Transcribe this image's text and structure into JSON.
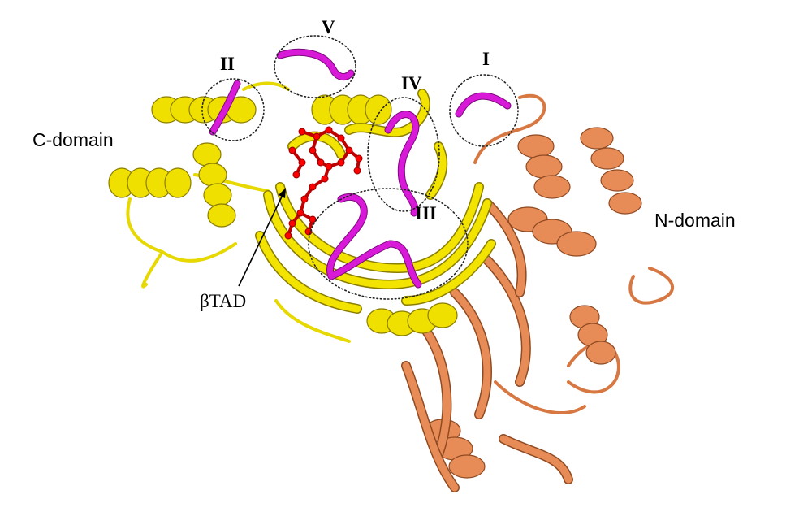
{
  "figure": {
    "domain_labels": {
      "c_domain": "C-domain",
      "n_domain": "N-domain"
    },
    "ligand_label": "βTAD",
    "loops": {
      "I": "I",
      "II": "II",
      "III": "III",
      "IV": "IV",
      "V": "V"
    },
    "colors": {
      "c_domain": "#f0e000",
      "n_domain": "#e88c57",
      "loops": "#d81ad8",
      "ligand": "#ff0000",
      "background": "#ffffff"
    }
  }
}
